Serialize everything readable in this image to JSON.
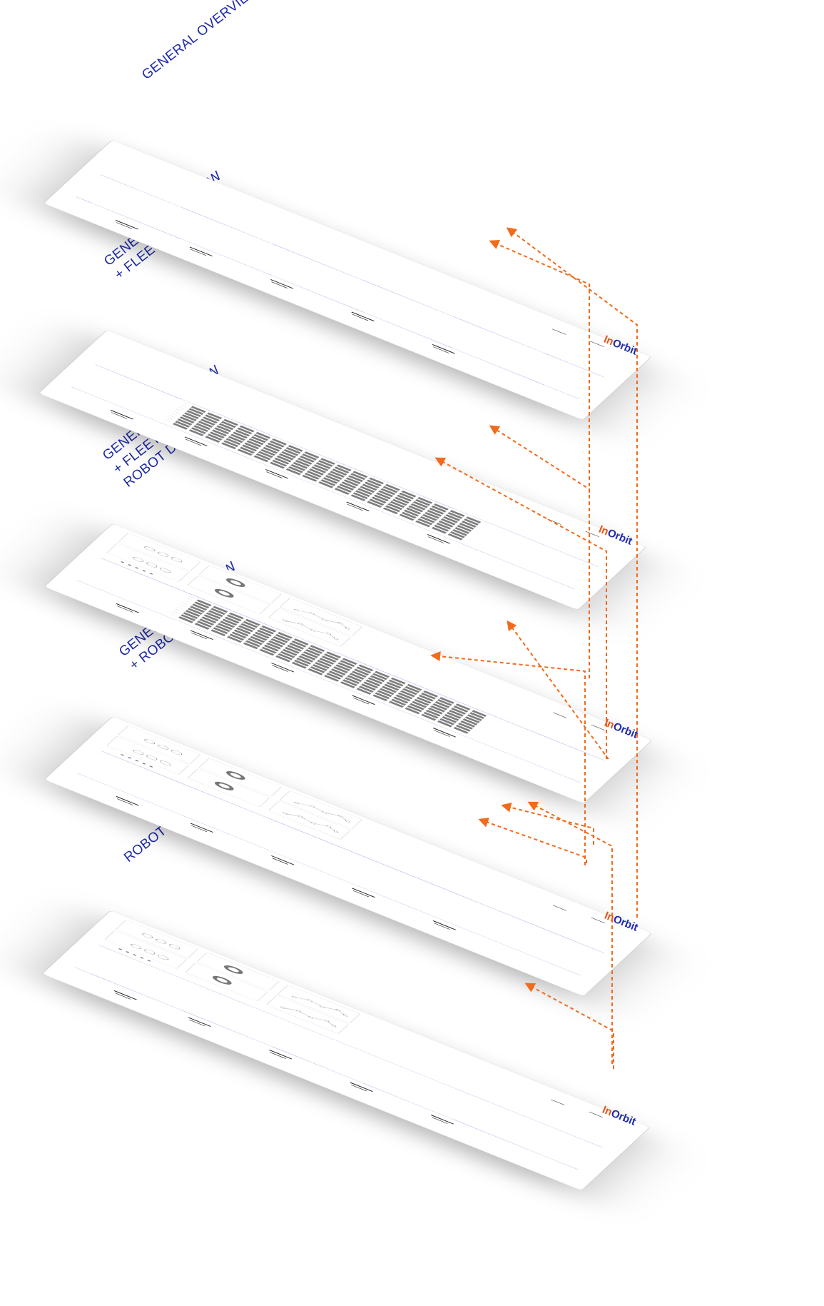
{
  "layers": [
    {
      "title_lines": [
        "GENERAL OVERVIEW"
      ],
      "fleet_status": false,
      "robot_details": false
    },
    {
      "title_lines": [
        "GENERAL OVERVIEW",
        "+ FLEET STATUS"
      ],
      "fleet_status": true,
      "robot_details": false
    },
    {
      "title_lines": [
        "GENERAL OVERVIEW",
        "+ FLEET STATUS +",
        "ROBOT DETAILS"
      ],
      "fleet_status": true,
      "robot_details": true
    },
    {
      "title_lines": [
        "GENERAL OVERVIEW",
        "+ ROBOT DETAILS"
      ],
      "fleet_status": false,
      "robot_details": true
    },
    {
      "title_lines": [
        "ROBOT DETAILS"
      ],
      "fleet_status": false,
      "robot_details": true
    }
  ],
  "logo": {
    "part1": "In",
    "part2": "Orbit"
  },
  "colors": {
    "title": "#1f2aa8",
    "accent_arrow": "#f26a1b",
    "logo_orange": "#e2571e",
    "logo_blue": "#1f2aa8",
    "panel_divider": "#3a44c8",
    "fleet_block": "#7d7d7d"
  }
}
